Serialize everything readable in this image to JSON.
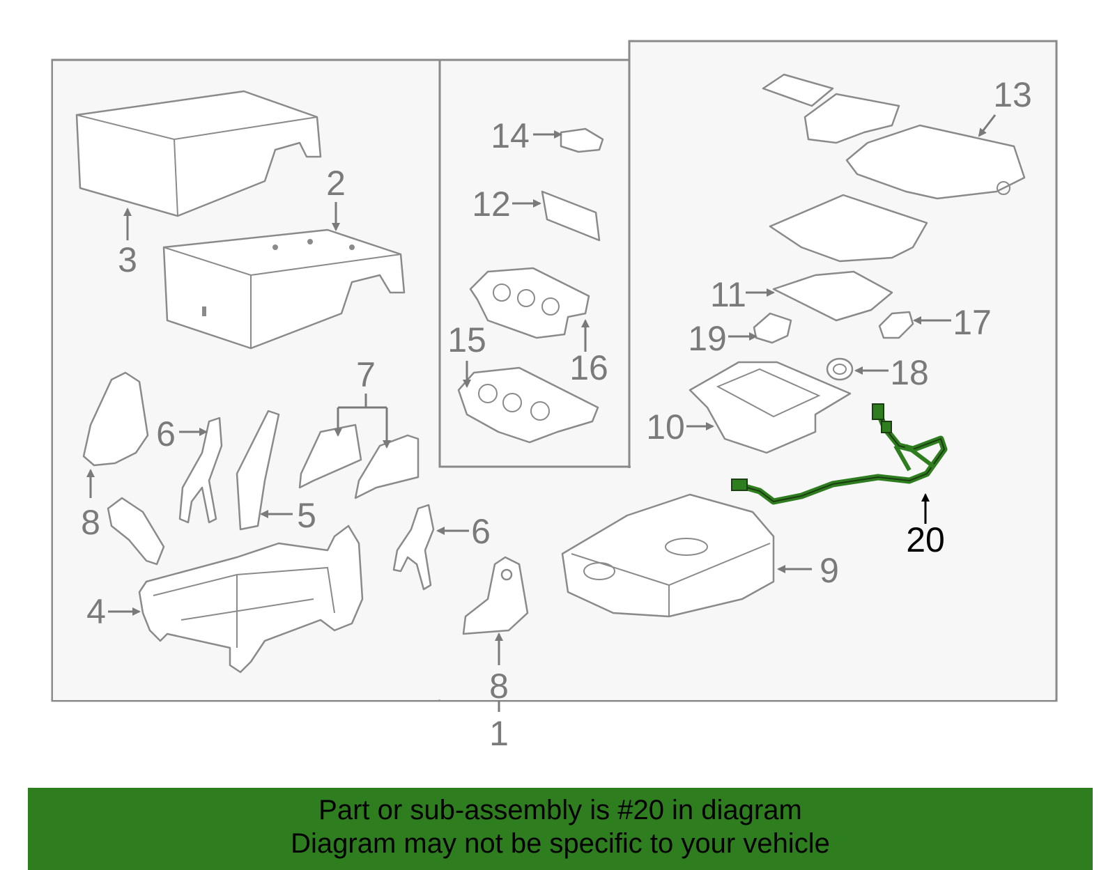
{
  "diagram": {
    "highlight_color": "#2e7d1f",
    "background_color": "#f7f7f7",
    "labels": {
      "l1": "1",
      "l2": "2",
      "l3": "3",
      "l4": "4",
      "l5": "5",
      "l6a": "6",
      "l6b": "6",
      "l7": "7",
      "l8a": "8",
      "l8b": "8",
      "l9": "9",
      "l10": "10",
      "l11": "11",
      "l12": "12",
      "l13": "13",
      "l14": "14",
      "l15": "15",
      "l16": "16",
      "l17": "17",
      "l18": "18",
      "l19": "19",
      "l20": "20"
    }
  },
  "banner": {
    "line1": "Part or sub-assembly is #20 in diagram",
    "line2": "Diagram may not be specific to your vehicle",
    "color": "#2e7d1f"
  }
}
